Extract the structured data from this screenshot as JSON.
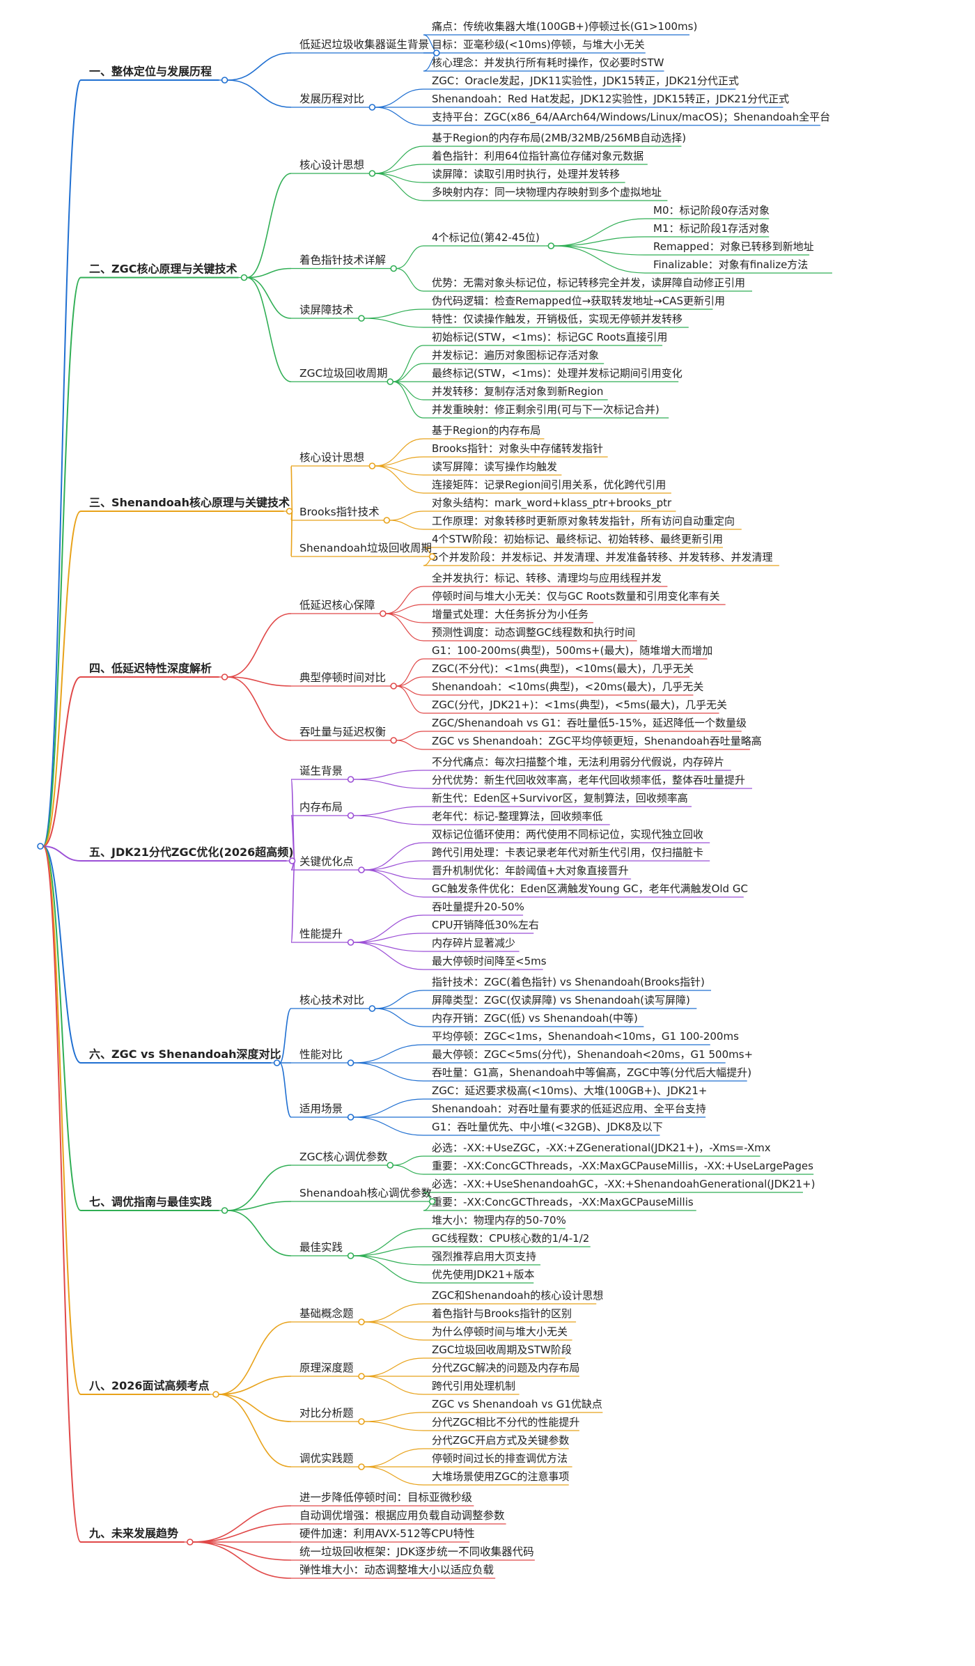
{
  "colors": [
    "#1f6fd1",
    "#2fae54",
    "#e8a21a",
    "#e04848",
    "#9b4fd6",
    "#1f6fd1",
    "#2fae54",
    "#e8a21a",
    "#e04848"
  ],
  "sections": [
    {
      "label": "一、整体定位与发展历程",
      "children": [
        {
          "label": "低延迟垃圾收集器诞生背景",
          "children": [
            "痛点：传统收集器大堆(100GB+)停顿过长(G1>100ms)",
            "目标：亚毫秒级(<10ms)停顿，与堆大小无关",
            "核心理念：并发执行所有耗时操作，仅必要时STW"
          ]
        },
        {
          "label": "发展历程对比",
          "children": [
            "ZGC：Oracle发起，JDK11实验性，JDK15转正，JDK21分代正式",
            "Shenandoah：Red Hat发起，JDK12实验性，JDK15转正，JDK21分代正式",
            "支持平台：ZGC(x86_64/AArch64/Windows/Linux/macOS)；Shenandoah全平台"
          ]
        }
      ]
    },
    {
      "label": "二、ZGC核心原理与关键技术",
      "children": [
        {
          "label": "核心设计思想",
          "children": [
            "基于Region的内存布局(2MB/32MB/256MB自动选择)",
            "着色指针：利用64位指针高位存储对象元数据",
            "读屏障：读取引用时执行，处理并发转移",
            "多映射内存：同一块物理内存映射到多个虚拟地址"
          ]
        },
        {
          "label": "着色指针技术详解",
          "children": [
            {
              "label": "4个标记位(第42-45位)",
              "children": [
                "M0：标记阶段0存活对象",
                "M1：标记阶段1存活对象",
                "Remapped：对象已转移到新地址",
                "Finalizable：对象有finalize方法"
              ]
            },
            "优势：无需对象头标记位，标记转移完全并发，读屏障自动修正引用"
          ]
        },
        {
          "label": "读屏障技术",
          "children": [
            "伪代码逻辑：检查Remapped位→获取转发地址→CAS更新引用",
            "特性：仅读操作触发，开销极低，实现无停顿并发转移"
          ]
        },
        {
          "label": "ZGC垃圾回收周期",
          "children": [
            "初始标记(STW，<1ms)：标记GC Roots直接引用",
            "并发标记：遍历对象图标记存活对象",
            "最终标记(STW，<1ms)：处理并发标记期间引用变化",
            "并发转移：复制存活对象到新Region",
            "并发重映射：修正剩余引用(可与下一次标记合并)"
          ]
        }
      ]
    },
    {
      "label": "三、Shenandoah核心原理与关键技术",
      "children": [
        {
          "label": "核心设计思想",
          "children": [
            "基于Region的内存布局",
            "Brooks指针：对象头中存储转发指针",
            "读写屏障：读写操作均触发",
            "连接矩阵：记录Region间引用关系，优化跨代引用"
          ]
        },
        {
          "label": "Brooks指针技术",
          "children": [
            "对象头结构：mark_word+klass_ptr+brooks_ptr",
            "工作原理：对象转移时更新原对象转发指针，所有访问自动重定向"
          ]
        },
        {
          "label": "Shenandoah垃圾回收周期",
          "children": [
            "4个STW阶段：初始标记、最终标记、初始转移、最终更新引用",
            "5个并发阶段：并发标记、并发清理、并发准备转移、并发转移、并发清理"
          ]
        }
      ]
    },
    {
      "label": "四、低延迟特性深度解析",
      "children": [
        {
          "label": "低延迟核心保障",
          "children": [
            "全并发执行：标记、转移、清理均与应用线程并发",
            "停顿时间与堆大小无关：仅与GC Roots数量和引用变化率有关",
            "增量式处理：大任务拆分为小任务",
            "预测性调度：动态调整GC线程数和执行时间"
          ]
        },
        {
          "label": "典型停顿时间对比",
          "children": [
            "G1：100-200ms(典型)，500ms+(最大)，随堆增大而增加",
            "ZGC(不分代)：<1ms(典型)，<10ms(最大)，几乎无关",
            "Shenandoah：<10ms(典型)，<20ms(最大)，几乎无关",
            "ZGC(分代，JDK21+)：<1ms(典型)，<5ms(最大)，几乎无关"
          ]
        },
        {
          "label": "吞吐量与延迟权衡",
          "children": [
            "ZGC/Shenandoah vs G1：吞吐量低5-15%，延迟降低一个数量级",
            "ZGC vs Shenandoah：ZGC平均停顿更短，Shenandoah吞吐量略高"
          ]
        }
      ]
    },
    {
      "label": "五、JDK21分代ZGC优化(2026超高频)",
      "children": [
        {
          "label": "诞生背景",
          "children": [
            "不分代痛点：每次扫描整个堆，无法利用弱分代假说，内存碎片",
            "分代优势：新生代回收效率高，老年代回收频率低，整体吞吐量提升"
          ]
        },
        {
          "label": "内存布局",
          "children": [
            "新生代：Eden区+Survivor区，复制算法，回收频率高",
            "老年代：标记-整理算法，回收频率低"
          ]
        },
        {
          "label": "关键优化点",
          "children": [
            "双标记位循环使用：两代使用不同标记位，实现代独立回收",
            "跨代引用处理：卡表记录老年代对新生代引用，仅扫描脏卡",
            "晋升机制优化：年龄阈值+大对象直接晋升",
            "GC触发条件优化：Eden区满触发Young GC，老年代满触发Old GC"
          ]
        },
        {
          "label": "性能提升",
          "children": [
            "吞吐量提升20-50%",
            "CPU开销降低30%左右",
            "内存碎片显著减少",
            "最大停顿时间降至<5ms"
          ]
        }
      ]
    },
    {
      "label": "六、ZGC vs Shenandoah深度对比",
      "children": [
        {
          "label": "核心技术对比",
          "children": [
            "指针技术：ZGC(着色指针) vs Shenandoah(Brooks指针)",
            "屏障类型：ZGC(仅读屏障) vs Shenandoah(读写屏障)",
            "内存开销：ZGC(低) vs Shenandoah(中等)"
          ]
        },
        {
          "label": "性能对比",
          "children": [
            "平均停顿：ZGC<1ms，Shenandoah<10ms，G1 100-200ms",
            "最大停顿：ZGC<5ms(分代)，Shenandoah<20ms，G1 500ms+",
            "吞吐量：G1高，Shenandoah中等偏高，ZGC中等(分代后大幅提升)"
          ]
        },
        {
          "label": "适用场景",
          "children": [
            "ZGC：延迟要求极高(<10ms)、大堆(100GB+)、JDK21+",
            "Shenandoah：对吞吐量有要求的低延迟应用、全平台支持",
            "G1：吞吐量优先、中小堆(<32GB)、JDK8及以下"
          ]
        }
      ]
    },
    {
      "label": "七、调优指南与最佳实践",
      "children": [
        {
          "label": "ZGC核心调优参数",
          "children": [
            "必选：-XX:+UseZGC，-XX:+ZGenerational(JDK21+)，-Xms=-Xmx",
            "重要：-XX:ConcGCThreads，-XX:MaxGCPauseMillis，-XX:+UseLargePages"
          ]
        },
        {
          "label": "Shenandoah核心调优参数",
          "children": [
            "必选：-XX:+UseShenandoahGC，-XX:+ShenandoahGenerational(JDK21+)",
            "重要：-XX:ConcGCThreads，-XX:MaxGCPauseMillis"
          ]
        },
        {
          "label": "最佳实践",
          "children": [
            "堆大小：物理内存的50-70%",
            "GC线程数：CPU核心数的1/4-1/2",
            "强烈推荐启用大页支持",
            "优先使用JDK21+版本"
          ]
        }
      ]
    },
    {
      "label": "八、2026面试高频考点",
      "children": [
        {
          "label": "基础概念题",
          "children": [
            "ZGC和Shenandoah的核心设计思想",
            "着色指针与Brooks指针的区别",
            "为什么停顿时间与堆大小无关"
          ]
        },
        {
          "label": "原理深度题",
          "children": [
            "ZGC垃圾回收周期及STW阶段",
            "分代ZGC解决的问题及内存布局",
            "跨代引用处理机制"
          ]
        },
        {
          "label": "对比分析题",
          "children": [
            "ZGC vs Shenandoah vs G1优缺点",
            "分代ZGC相比不分代的性能提升"
          ]
        },
        {
          "label": "调优实践题",
          "children": [
            "分代ZGC开启方式及关键参数",
            "停顿时间过长的排查调优方法",
            "大堆场景使用ZGC的注意事项"
          ]
        }
      ]
    },
    {
      "label": "九、未来发展趋势",
      "children": [
        "进一步降低停顿时间：目标亚微秒级",
        "自动调优增强：根据应用负载自动调整参数",
        "硬件加速：利用AVX-512等CPU特性",
        "统一垃圾回收框架：JDK逐步统一不同收集器代码",
        "弹性堆大小：动态调整堆大小以适应负载"
      ]
    }
  ]
}
